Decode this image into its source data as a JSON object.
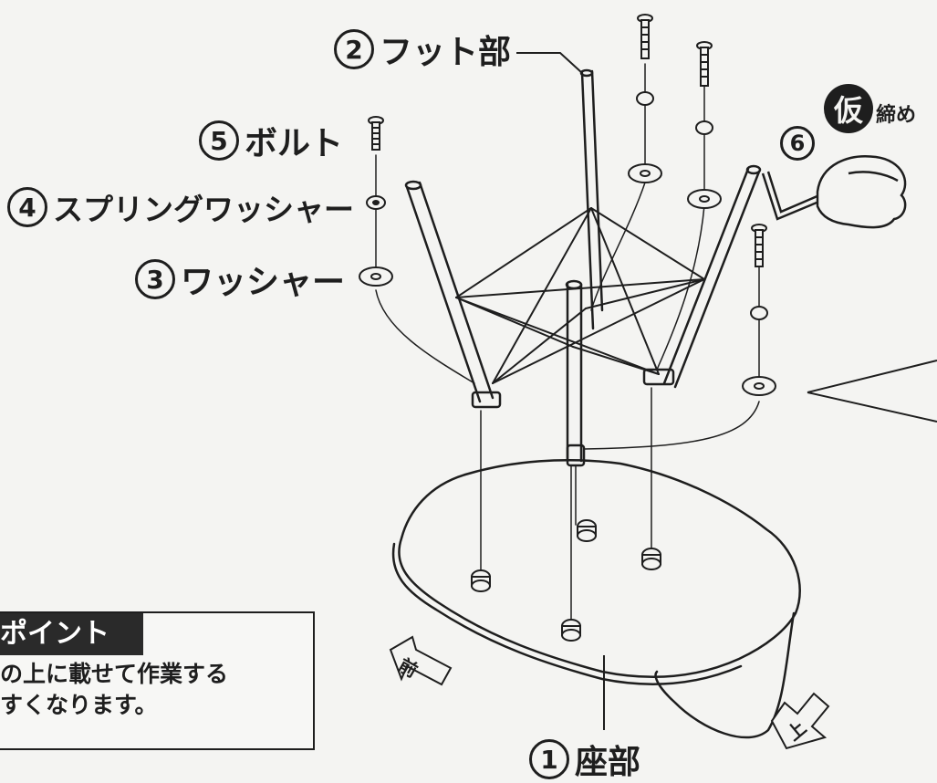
{
  "labels": {
    "seat": {
      "number": "1",
      "text": "座部"
    },
    "foot": {
      "number": "2",
      "text": "フット部"
    },
    "washer": {
      "number": "3",
      "text": "ワッシャー"
    },
    "spring_washer": {
      "number": "4",
      "text": "スプリングワッシャー"
    },
    "bolt": {
      "number": "5",
      "text": "ボルト"
    },
    "wrench": {
      "number": "6"
    }
  },
  "temporary_tighten": {
    "badge": "仮",
    "rest": "締め"
  },
  "point_box": {
    "header": "ポイント",
    "lines": [
      "の上に載せて作業する",
      "すくなります。"
    ]
  },
  "direction_arrows": {
    "front": "前",
    "up": "上"
  },
  "colors": {
    "ink": "#1e1e1e",
    "paper": "#f4f4f2",
    "header_bg": "#2a2a2a"
  }
}
